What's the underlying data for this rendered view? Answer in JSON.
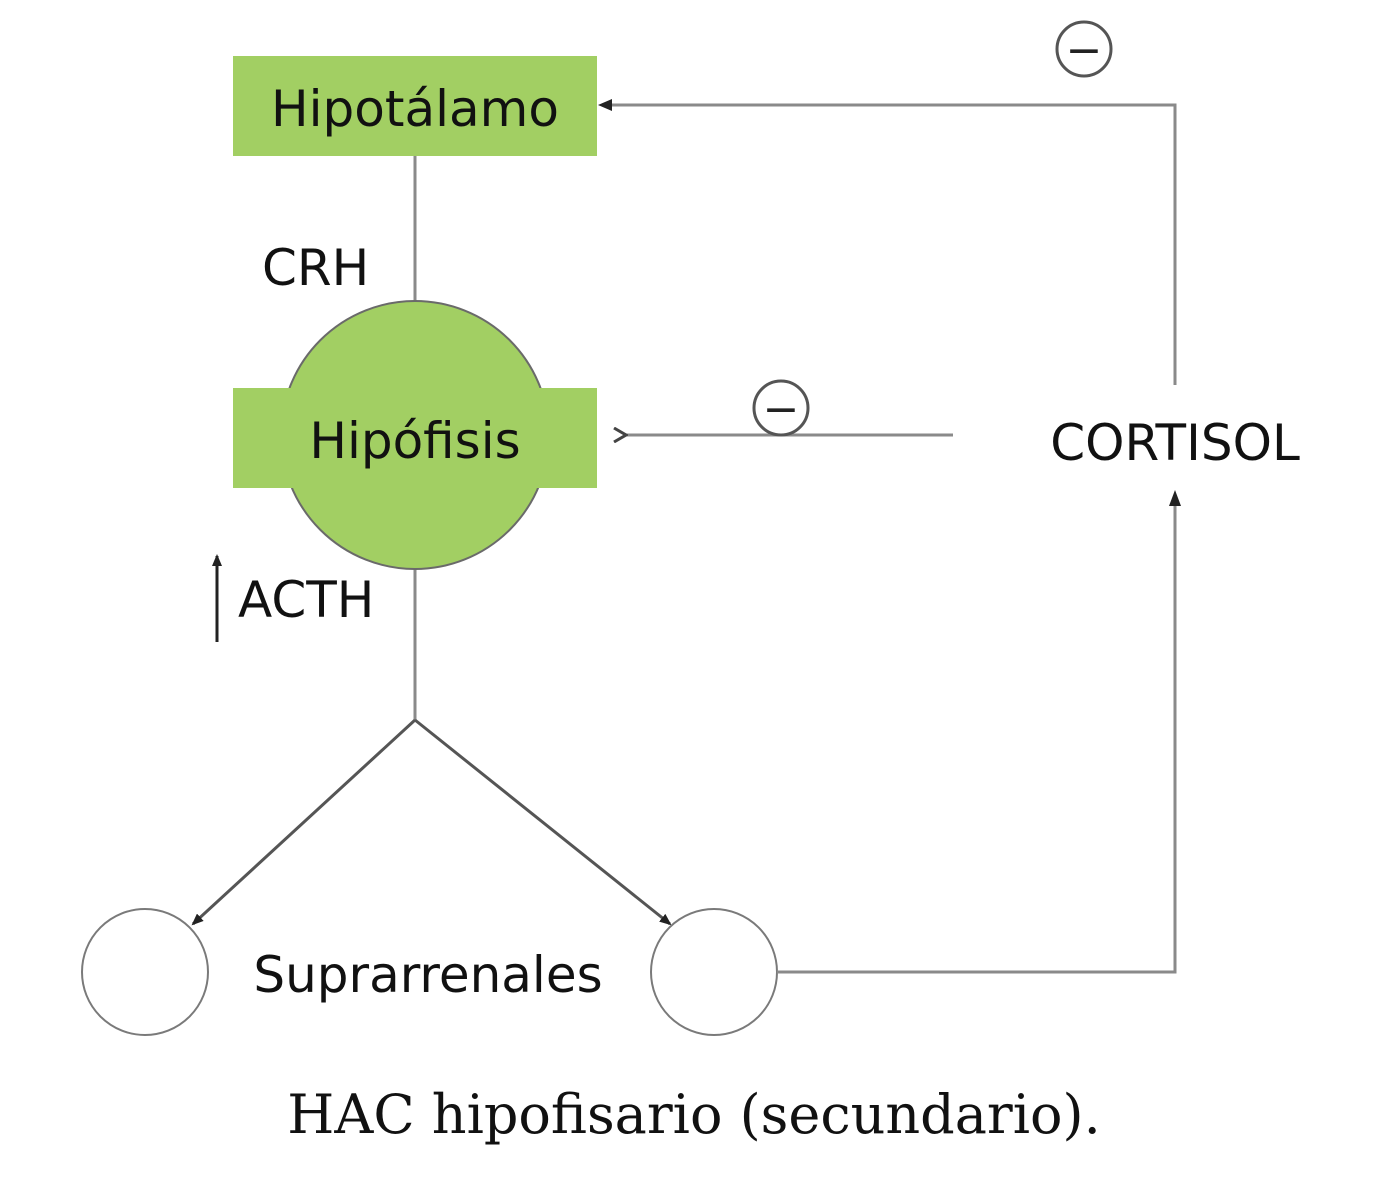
{
  "nodes": {
    "hypothalamus": "Hipotálamo",
    "pituitary": "Hipófisis",
    "adrenals": "Suprarrenales",
    "cortisol": "CORTISOL"
  },
  "hormones": {
    "crh": "CRH",
    "acth": "ACTH"
  },
  "feedback": {
    "hypothalamus_sign": "−",
    "pituitary_sign": "−"
  },
  "caption": "HAC hipofisario (secundario).",
  "colors": {
    "node_fill": "#a2cf63",
    "line": "#8a8a8a",
    "text": "#111111"
  }
}
